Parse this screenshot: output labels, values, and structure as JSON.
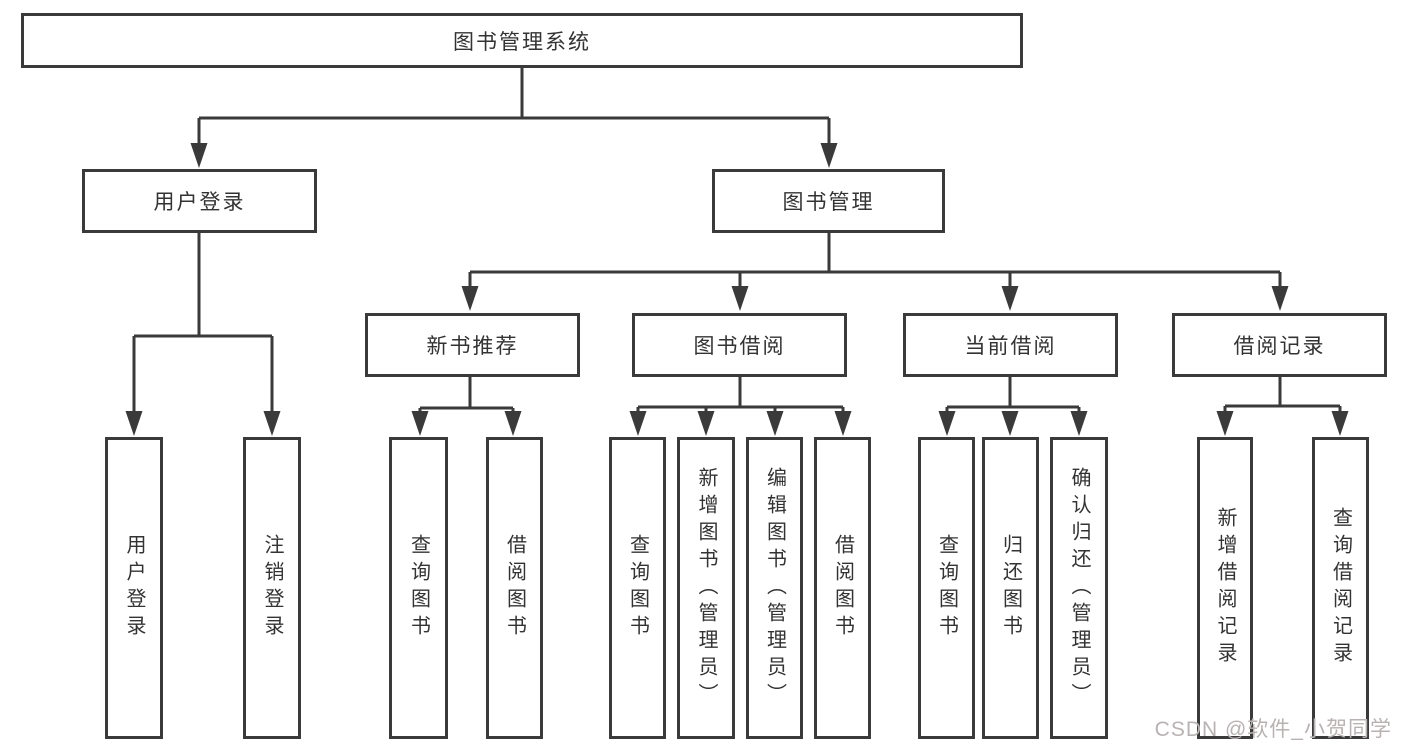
{
  "diagram": {
    "type": "hierarchy-tree",
    "nodes": {
      "root": "图书管理系统",
      "login_branch": "用户登录",
      "mgmt_branch": "图书管理",
      "sub_new_book": "新书推荐",
      "sub_borrow": "图书借阅",
      "sub_current": "当前借阅",
      "sub_records": "借阅记录",
      "leaves": {
        "user_login": "用户登录",
        "logout": "注销登录",
        "nb_query": "查询图书",
        "nb_borrow": "借阅图书",
        "bb_query": "查询图书",
        "bb_add": "新增图书（管理员）",
        "bb_edit": "编辑图书（管理员）",
        "bb_borrow": "借阅图书",
        "cb_query": "查询图书",
        "cb_return": "归还图书",
        "cb_confirm": "确认归还（管理员）",
        "br_add": "新增借阅记录",
        "br_query": "查询借阅记录"
      }
    },
    "edges": [
      [
        "图书管理系统",
        "用户登录"
      ],
      [
        "图书管理系统",
        "图书管理"
      ],
      [
        "用户登录",
        "用户登录"
      ],
      [
        "用户登录",
        "注销登录"
      ],
      [
        "图书管理",
        "新书推荐"
      ],
      [
        "图书管理",
        "图书借阅"
      ],
      [
        "图书管理",
        "当前借阅"
      ],
      [
        "图书管理",
        "借阅记录"
      ],
      [
        "新书推荐",
        "查询图书"
      ],
      [
        "新书推荐",
        "借阅图书"
      ],
      [
        "图书借阅",
        "查询图书"
      ],
      [
        "图书借阅",
        "新增图书（管理员）"
      ],
      [
        "图书借阅",
        "编辑图书（管理员）"
      ],
      [
        "图书借阅",
        "借阅图书"
      ],
      [
        "当前借阅",
        "查询图书"
      ],
      [
        "当前借阅",
        "归还图书"
      ],
      [
        "当前借阅",
        "确认归还（管理员）"
      ],
      [
        "借阅记录",
        "新增借阅记录"
      ],
      [
        "借阅记录",
        "查询借阅记录"
      ]
    ]
  },
  "watermark": "CSDN @软件_小贺同学",
  "colors": {
    "line": "#3a3a3a",
    "box_border": "#3a3a3a",
    "text": "#333333",
    "background": "#ffffff",
    "watermark": "#b9b2b2"
  }
}
